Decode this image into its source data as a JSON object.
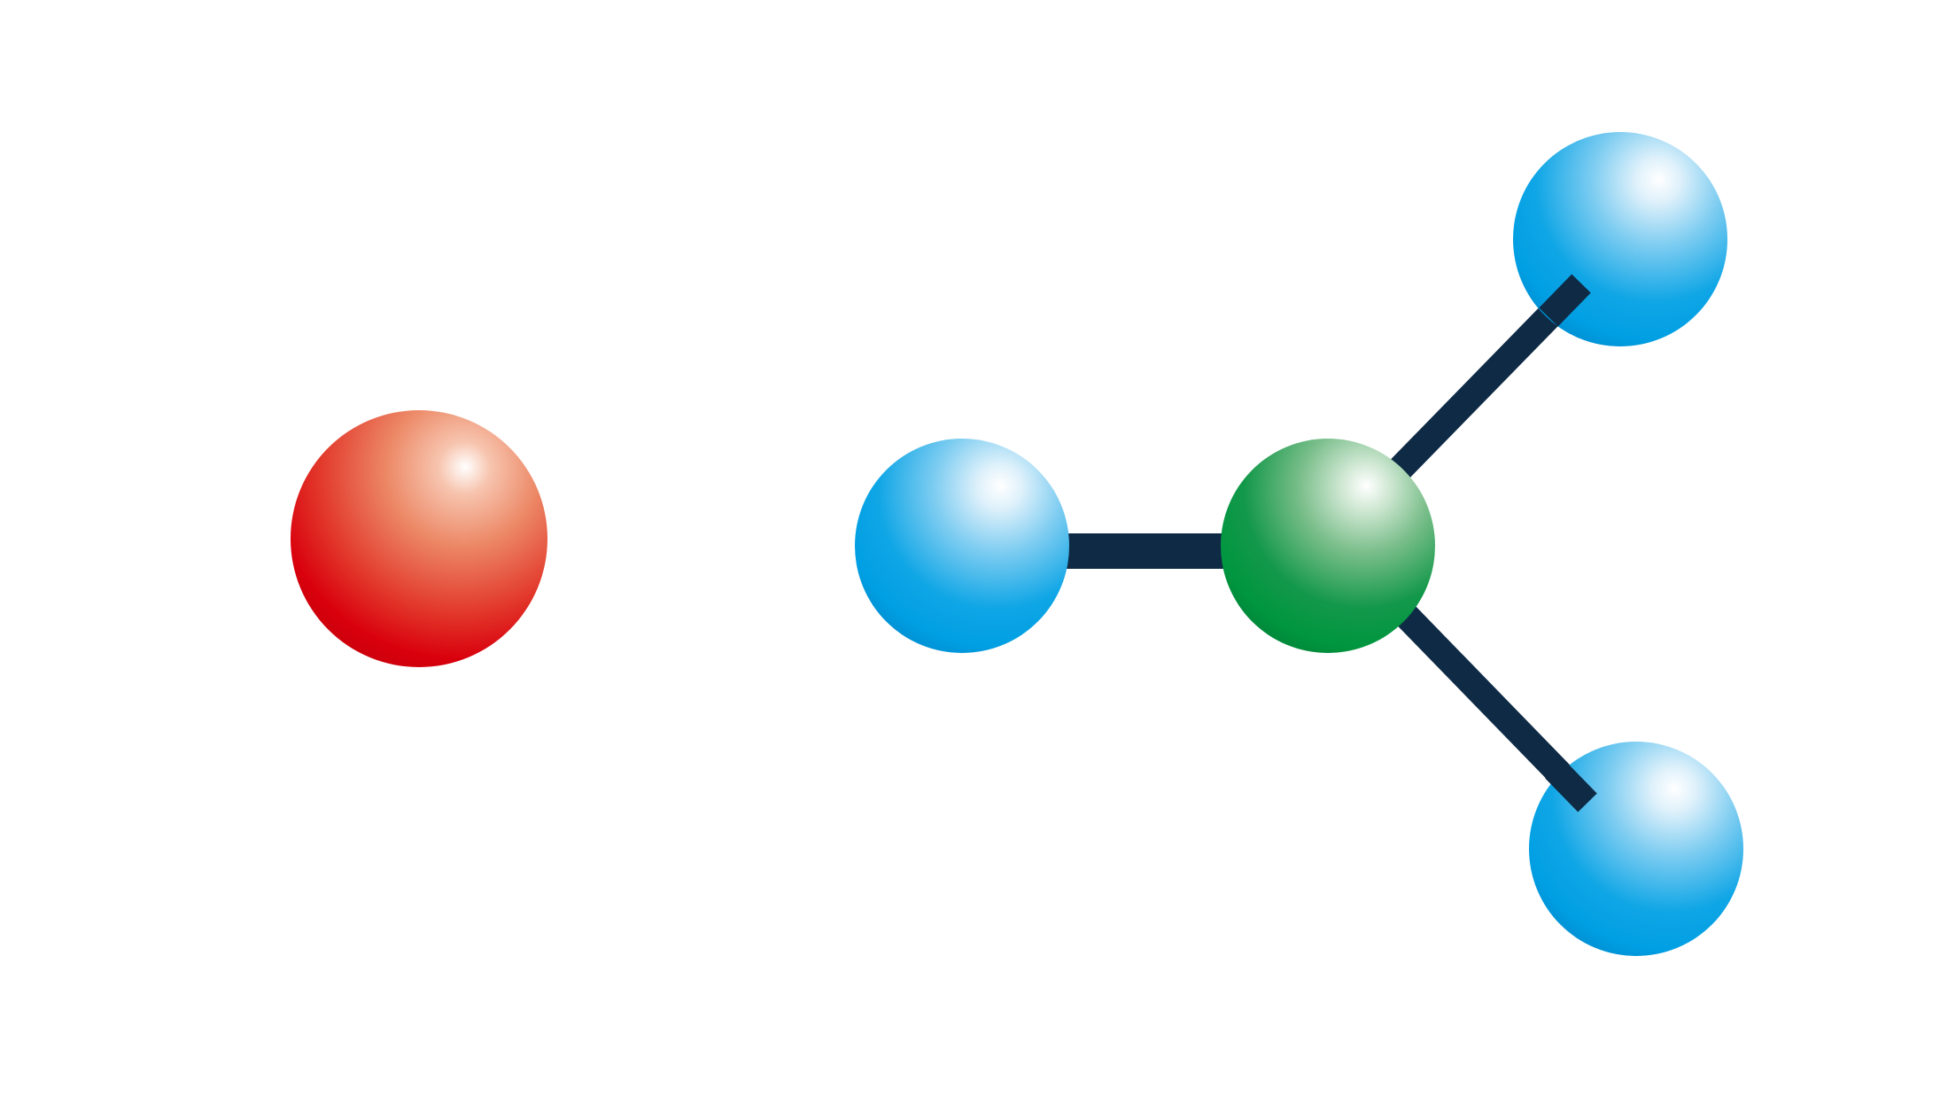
{
  "colors": {
    "background": "#ffffff",
    "bond": "#0e2a45",
    "red_atom": "#d9000d",
    "blue_atom": "#009fe3",
    "green_atom": "#00963f"
  },
  "atoms": [
    {
      "name": "red-atom",
      "color": "red"
    },
    {
      "name": "blue-atom-left",
      "color": "blue"
    },
    {
      "name": "green-atom-center",
      "color": "green"
    },
    {
      "name": "blue-atom-top-right",
      "color": "blue"
    },
    {
      "name": "blue-atom-bottom-right",
      "color": "blue"
    }
  ],
  "bonds": [
    {
      "name": "bond-left",
      "from": "blue-atom-left",
      "to": "green-atom-center"
    },
    {
      "name": "bond-top-right",
      "from": "green-atom-center",
      "to": "blue-atom-top-right"
    },
    {
      "name": "bond-bottom-right",
      "from": "green-atom-center",
      "to": "blue-atom-bottom-right"
    }
  ]
}
